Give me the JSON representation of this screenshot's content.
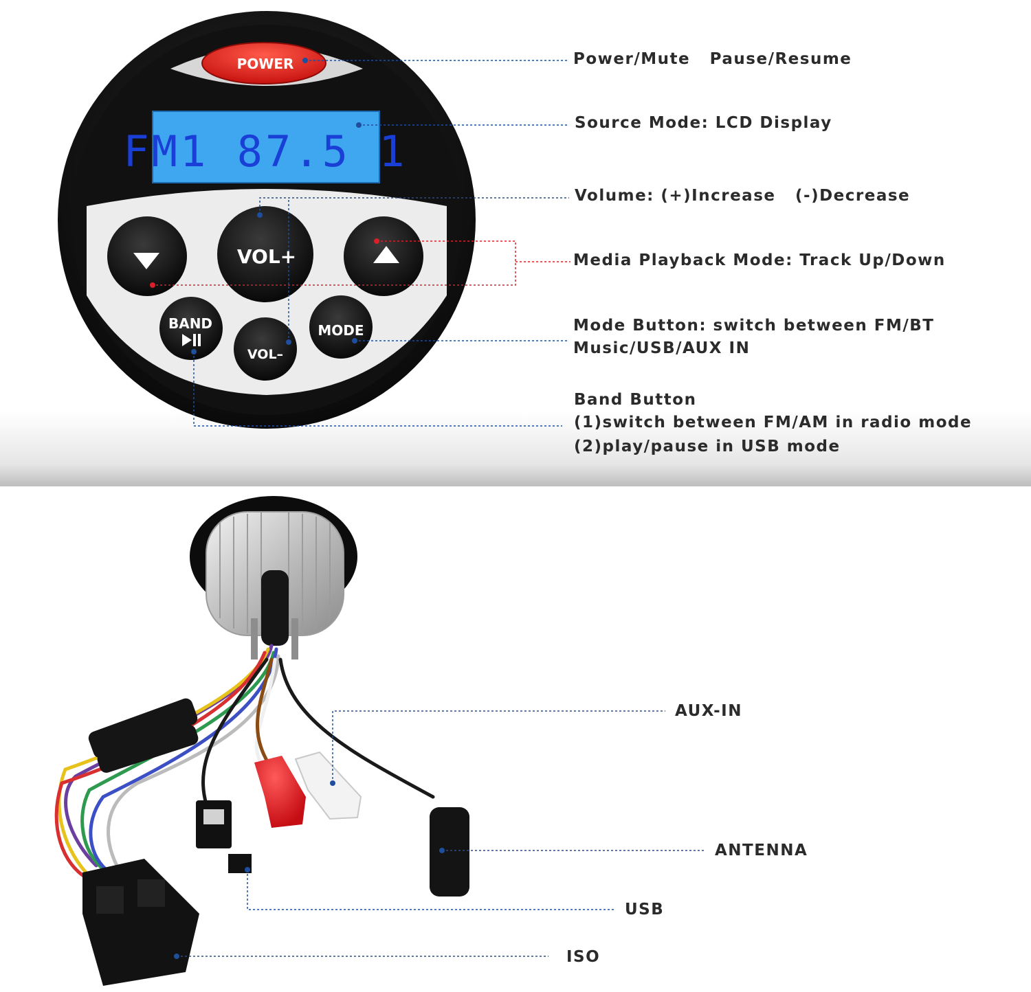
{
  "device": {
    "power_label": "POWER",
    "lcd_text": "FM1 87.5 1",
    "vol_plus_label": "VOL+",
    "vol_minus_label": "VOL–",
    "mode_label": "MODE",
    "band_label": "BAND"
  },
  "callouts": {
    "power": {
      "part1": "Power/Mute",
      "part2": "Pause/Resume"
    },
    "source": "Source Mode: LCD Display",
    "volume": {
      "part1": "Volume: (+)Increase",
      "part2": "(-)Decrease"
    },
    "media": "Media Playback Mode: Track Up/Down",
    "mode": {
      "line1": "Mode Button: switch between FM/BT",
      "line2": "Music/USB/AUX IN"
    },
    "band": {
      "line1": "Band Button",
      "line2": "(1)switch between FM/AM in radio mode",
      "line3": "(2)play/pause in USB mode"
    }
  },
  "connectors": {
    "aux": "AUX-IN",
    "antenna": "ANTENNA",
    "usb": "USB",
    "iso": "ISO"
  },
  "colors": {
    "callout_blue": "#1f4e9c",
    "callout_red": "#d8202a",
    "lcd_bg": "#3fa6f0",
    "lcd_seg": "#1a3fd6",
    "power_red": "#e8211e",
    "text": "#2b2b2b"
  }
}
